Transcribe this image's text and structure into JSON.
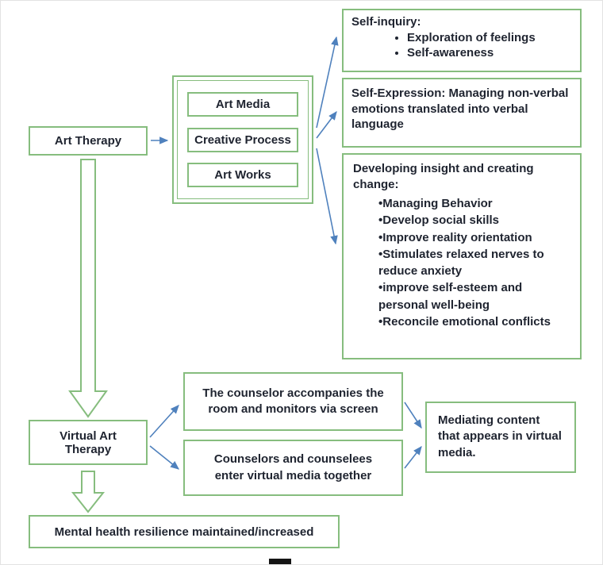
{
  "colors": {
    "green": "#86bd7e",
    "blue": "#4f81bd",
    "text": "#1f2430"
  },
  "nodes": {
    "art_therapy": {
      "label": "Art Therapy"
    },
    "process_group": {
      "items": [
        "Art Media",
        "Creative Process",
        "Art Works"
      ]
    },
    "self_inquiry": {
      "title": "Self-inquiry:",
      "bullets": [
        "Exploration of feelings",
        "Self-awareness"
      ]
    },
    "self_expression": {
      "text": "Self-Expression: Managing non-verbal emotions translated into verbal language"
    },
    "developing": {
      "title": "Developing insight and creating change:",
      "bullets": [
        "Managing Behavior",
        "Develop social skills",
        "Improve reality orientation",
        "Stimulates relaxed nerves to reduce anxiety",
        "improve self-esteem and personal well-being",
        "Reconcile emotional conflicts"
      ]
    },
    "virtual_art_therapy": {
      "label": "Virtual Art Therapy"
    },
    "counselor_monitor": {
      "text": "The counselor accompanies the room and monitors via screen"
    },
    "counselors_together": {
      "text": "Counselors and counselees enter virtual media together"
    },
    "mediating": {
      "text": "Mediating content that appears in virtual media."
    },
    "outcome": {
      "text": "Mental health resilience maintained/increased"
    }
  }
}
